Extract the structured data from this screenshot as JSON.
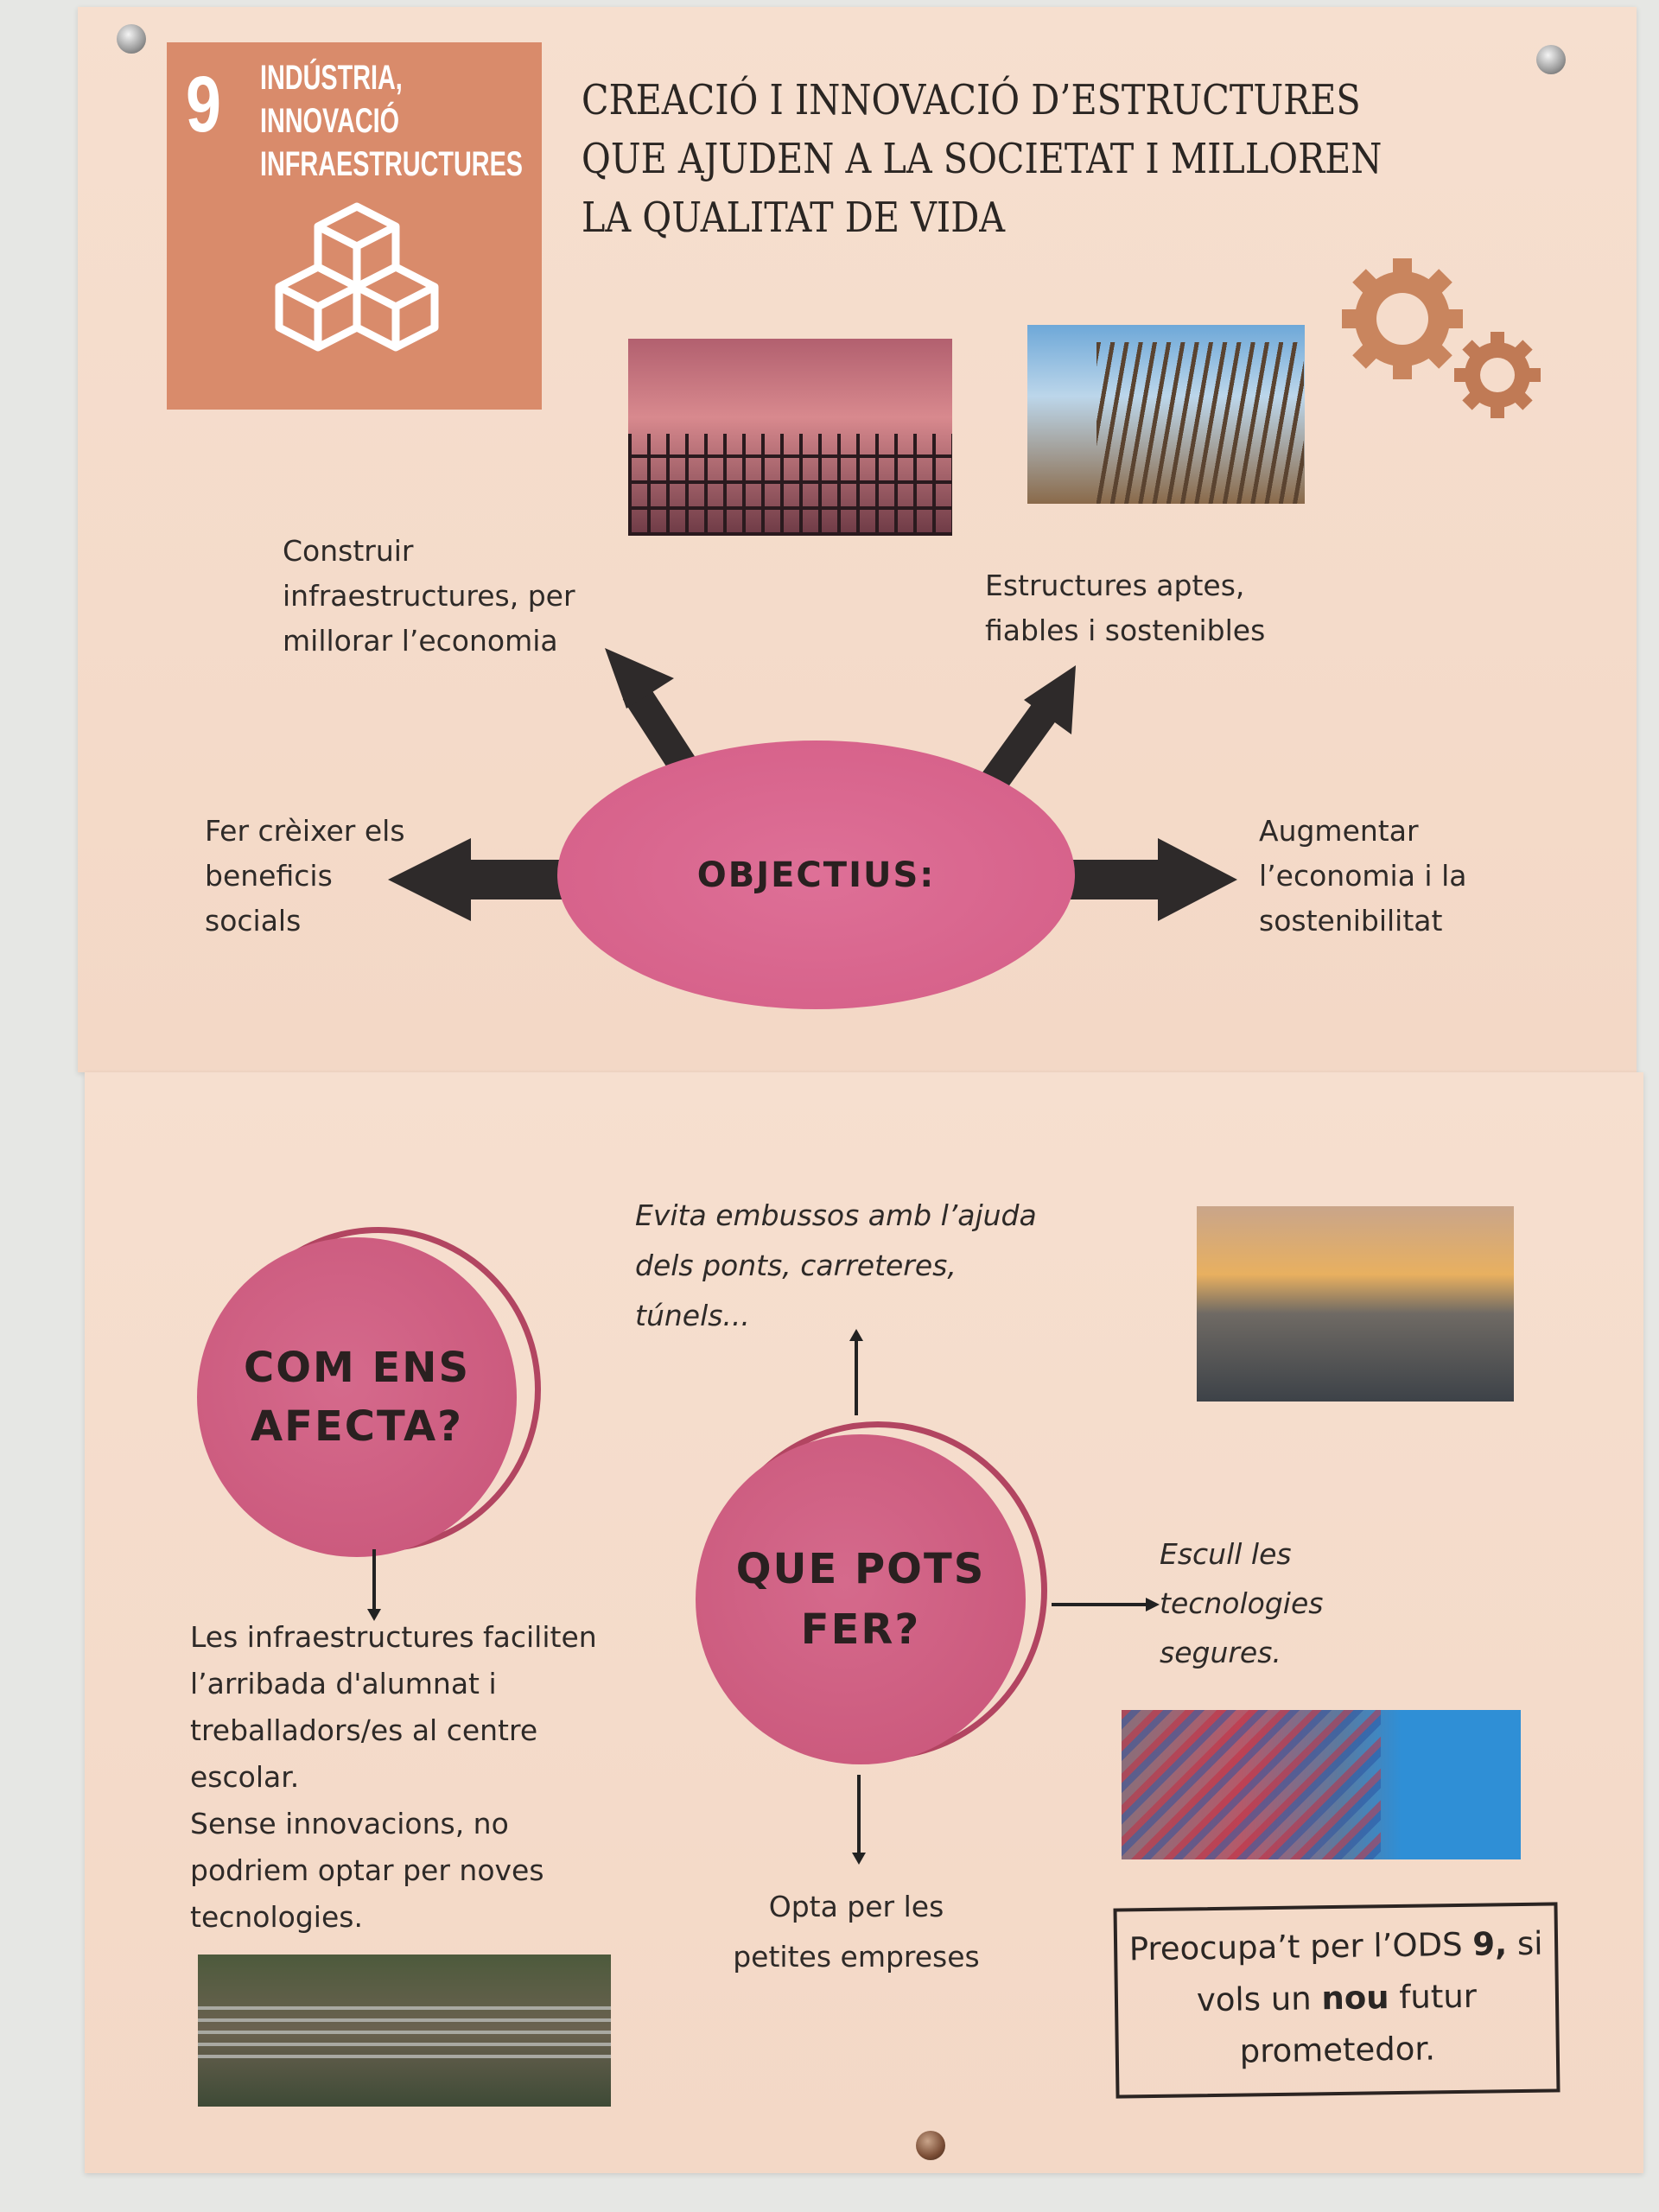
{
  "sdg_tile": {
    "number": "9",
    "lines": [
      "INDÚSTRIA,",
      "INNOVACIÓ",
      "INFRAESTRUCTURES"
    ],
    "icon": "cubes-icon"
  },
  "title": [
    "CREACIÓ I INNOVACIÓ D’ESTRUCTURES",
    "QUE AJUDEN A LA SOCIETAT I MILLOREN",
    "LA QUALITAT DE VIDA"
  ],
  "objectius": {
    "center": "OBJECTIUS:",
    "top_left": [
      "Construir",
      "infraestructures, per",
      "millorar l’economia"
    ],
    "top_right": [
      "Estructures aptes,",
      "fiables i sostenibles"
    ],
    "left": [
      "Fer crèixer els",
      "beneficis",
      "socials"
    ],
    "right": [
      "Augmentar",
      "l’economia i la",
      "sostenibilitat"
    ]
  },
  "com_ens_afecta": {
    "title": [
      "COM ENS",
      "AFECTA?"
    ],
    "text": [
      "Les infraestructures faciliten",
      "l’arribada d'alumnat i",
      "treballadors/es al centre",
      "escolar.",
      "Sense innovacions, no",
      "podriem optar per noves",
      "tecnologies."
    ]
  },
  "que_pots_fer": {
    "title": [
      "QUE POTS",
      "FER?"
    ],
    "up": [
      "Evita embussos amb l’ajuda",
      "dels ponts, carreteres,",
      "túnels..."
    ],
    "right": [
      "Escull les",
      "tecnologies",
      "segures."
    ],
    "down": [
      "Opta per les",
      "petites empreses"
    ]
  },
  "callout": {
    "l1a": "Preocupa’t per l’ODS ",
    "l1b": "9,",
    "l1c": " si",
    "l2a": "vols un ",
    "l2b": "nou",
    "l2c": " futur",
    "l3": "prometedor."
  },
  "colors": {
    "sdg": "#d98b6b",
    "pink": "#d45d86",
    "paper": "#f5dccb"
  }
}
